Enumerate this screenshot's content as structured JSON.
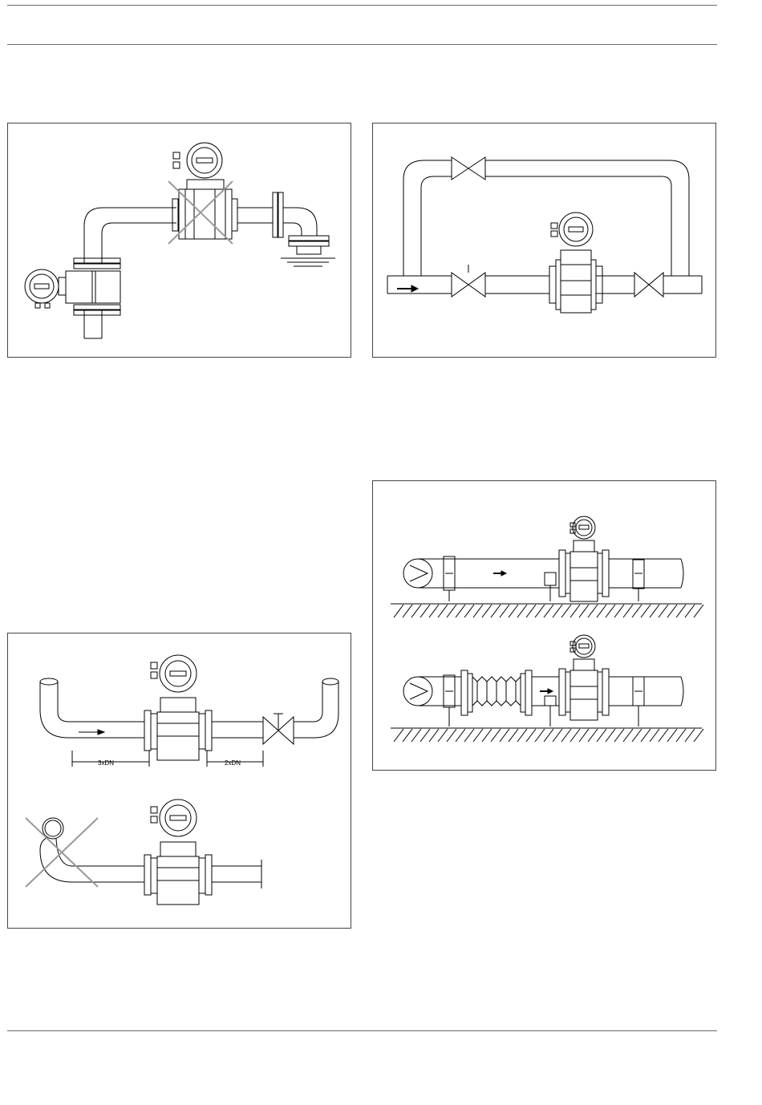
{
  "page": {
    "figures": [
      {
        "id": "fig-1",
        "labels": []
      },
      {
        "id": "fig-2",
        "labels": []
      },
      {
        "id": "fig-3",
        "labels": []
      },
      {
        "id": "fig-4",
        "labels": [
          "3xDN",
          "2xDN"
        ]
      }
    ]
  },
  "colors": {
    "line": "#000000",
    "frame": "#444444",
    "rule": "#6b6b6b",
    "cross": "#9a9a9a"
  }
}
